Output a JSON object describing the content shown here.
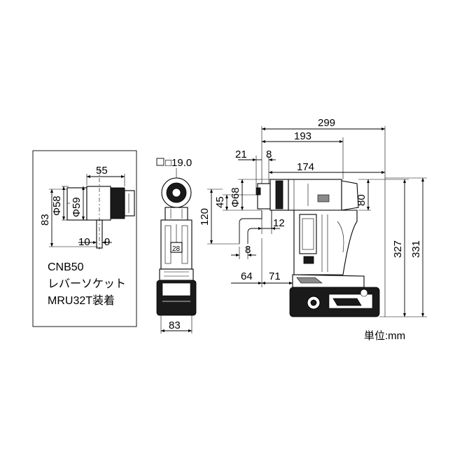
{
  "inset": {
    "dims": {
      "d55": "55",
      "phi58": "Φ58",
      "phi59": "Φ59",
      "d83": "83",
      "d10": "10",
      "d9": "9"
    },
    "notes": [
      "CNB50",
      "レバーソケット",
      "MRU32T装着"
    ]
  },
  "front_view": {
    "square_drive": "□19.0",
    "width": "83",
    "label_28": "28"
  },
  "side_view": {
    "dims": {
      "d299": "299",
      "d193": "193",
      "d21": "21",
      "d8_top": "8",
      "d174": "174",
      "phi68": "Φ68",
      "d45": "45",
      "d120": "120",
      "d80": "80",
      "d12": "12",
      "d8_mid": "8",
      "d64": "64",
      "d71": "71",
      "d327": "327",
      "d331": "331"
    }
  },
  "unit_label": "単位:mm",
  "colors": {
    "line": "#000000",
    "dark_fill": "#1a1a1a",
    "grey_fill": "#8a8a8a",
    "background": "#ffffff"
  }
}
